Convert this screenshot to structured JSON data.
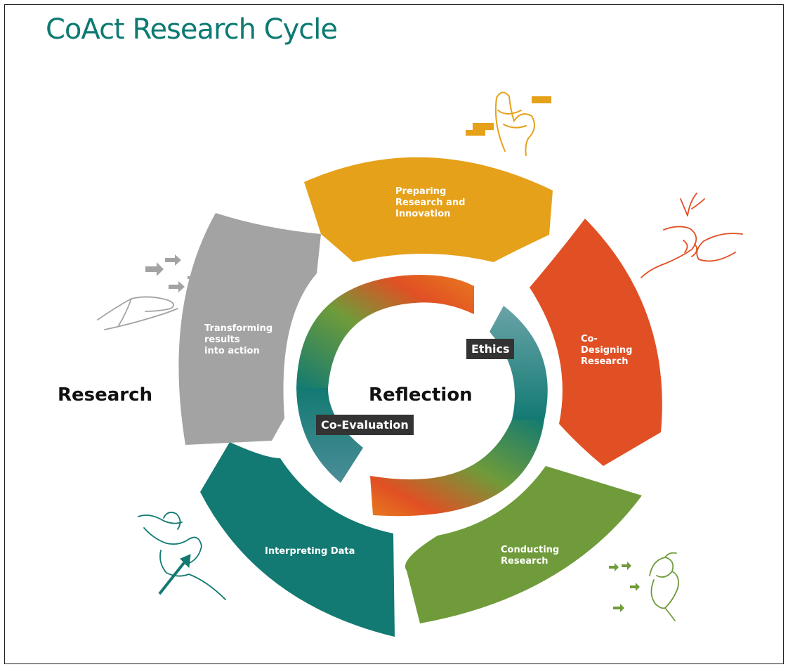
{
  "title": "CoAct Research Cycle",
  "outer_ring_label": "Research",
  "inner_ring_label": "Reflection",
  "inner_tags": {
    "ethics": "Ethics",
    "co_evaluation": "Co-Evaluation"
  },
  "segments": [
    {
      "label": "Preparing\nResearch and\nInnovation",
      "color": "#e6a11a"
    },
    {
      "label": "Co-\nDesigning\nResearch",
      "color": "#e15024"
    },
    {
      "label": "Conducting\nResearch",
      "color": "#6f9b3a"
    },
    {
      "label": "Interpreting Data",
      "color": "#127a72"
    },
    {
      "label": "Transforming\nresults\ninto action",
      "color": "#a3a3a3"
    }
  ],
  "inner_ring_colors": [
    "#e15024",
    "#6f9b3a",
    "#127a72"
  ],
  "icons": [
    "pinching-hand-icon",
    "hands-holding-plant-icon",
    "hand-arrows-icon",
    "hands-framing-icon",
    "open-hand-arrows-icon"
  ]
}
